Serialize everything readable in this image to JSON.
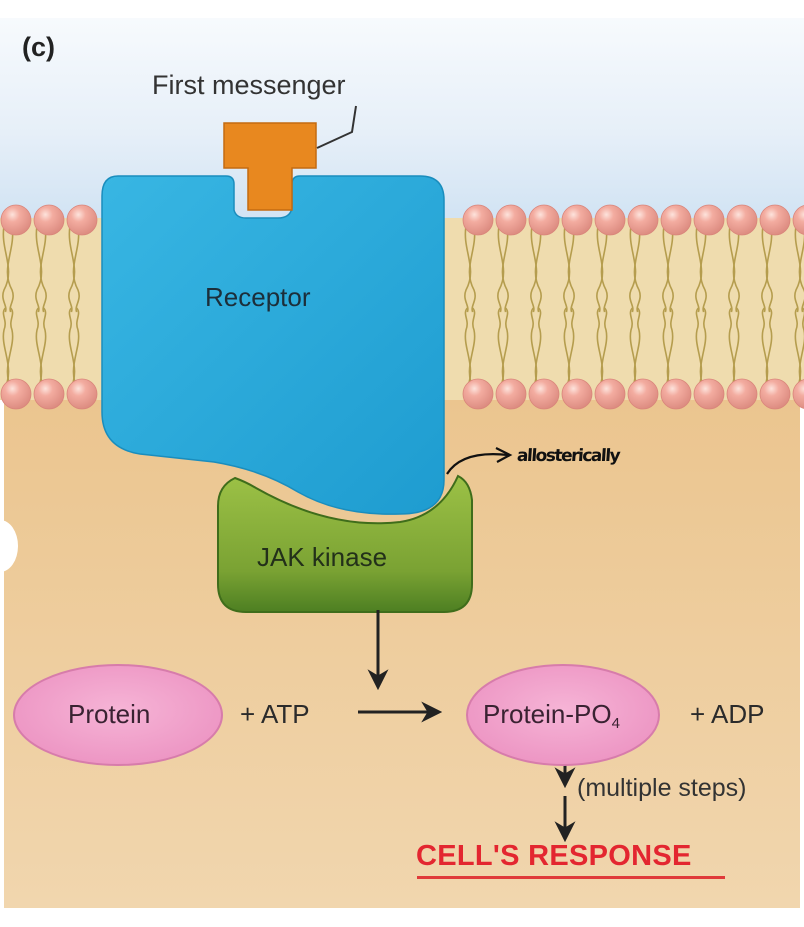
{
  "figure": {
    "panel_label": "(c)",
    "colors": {
      "extracellular": "#dbe9f5",
      "cytoplasm": "#eecc98",
      "membrane_core": "#efdcae",
      "phospholipid_head": "#f0a79a",
      "lipid_tail": "#b59d4e",
      "receptor": "#24a6d6",
      "first_messenger": "#e8881f",
      "jak_kinase": "#7ea737",
      "protein": "#f3a3cc",
      "response_text": "#e32630",
      "arrow": "#222222"
    }
  },
  "labels": {
    "first_messenger": "First messenger",
    "receptor": "Receptor",
    "jak_kinase": "JAK kinase",
    "protein": "Protein",
    "plus_atp": "+ ATP",
    "protein_po4": "Protein-PO",
    "protein_po4_subscript": "4",
    "plus_adp": "+ ADP",
    "multiple_steps": "(multiple steps)",
    "cells_response": "CELL'S RESPONSE"
  },
  "annotation": {
    "handwritten_note": "allosterically"
  }
}
